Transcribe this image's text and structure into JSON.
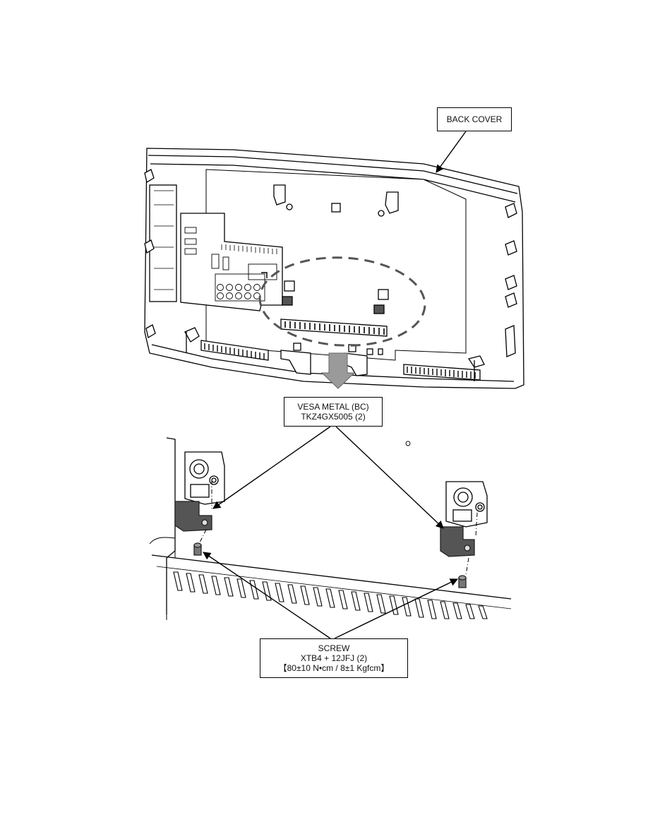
{
  "labels": {
    "back_cover": "BACK COVER",
    "vesa_metal": {
      "name": "VESA METAL (BC)",
      "part": "TKZ4GX5005 (2)"
    },
    "screw": {
      "name": "SCREW",
      "part": "XTB4 + 12JFJ (2)",
      "torque": "【80±10 N•cm / 8±1 Kgfcm】"
    }
  },
  "colors": {
    "line": "#000000",
    "metal_fill": "#555555",
    "screw_fill": "#777777",
    "arrow_fill": "#9a9a9a",
    "dash": "#555555"
  },
  "icons": [
    "arrow-down-icon"
  ]
}
